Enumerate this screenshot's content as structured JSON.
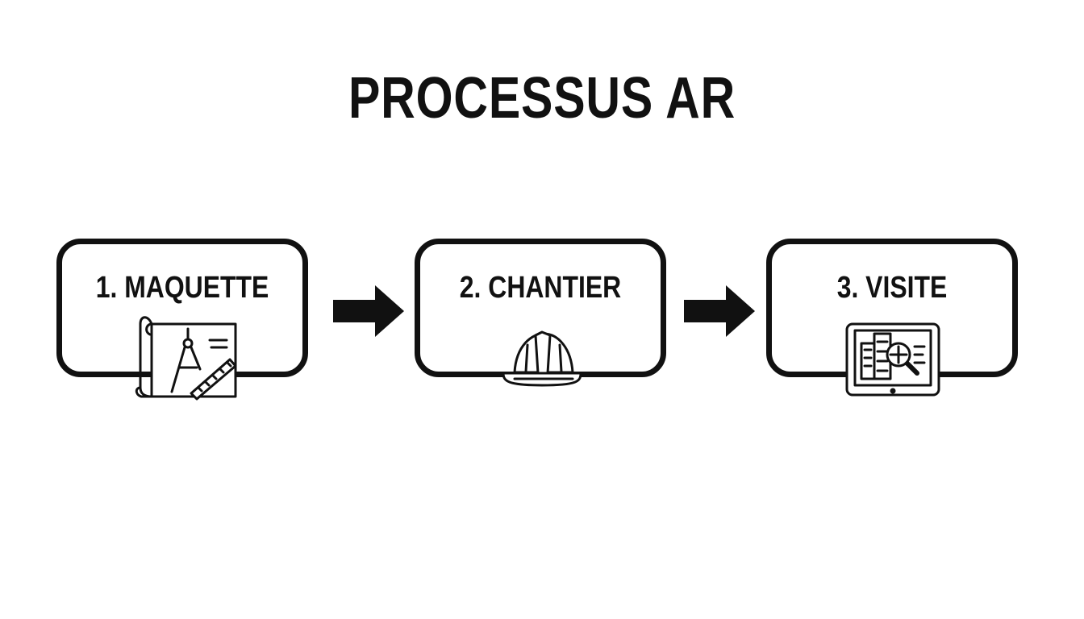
{
  "title": "PROCESSUS AR",
  "steps": [
    {
      "label": "1. MAQUETTE",
      "icon": "blueprint-compass-ruler-icon"
    },
    {
      "label": "2. CHANTIER",
      "icon": "hard-hat-icon"
    },
    {
      "label": "3. VISITE",
      "icon": "tablet-building-magnifier-icon"
    }
  ],
  "colors": {
    "stroke": "#111111",
    "background": "#ffffff"
  }
}
